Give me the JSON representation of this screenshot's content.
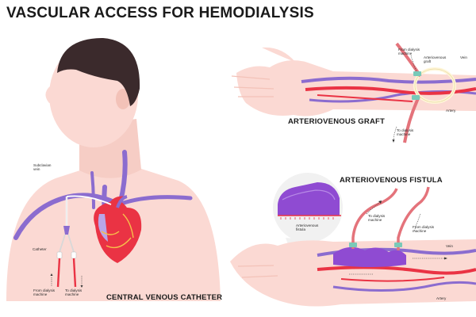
{
  "title": "VASCULAR ACCESS FOR HEMODIALYSIS",
  "colors": {
    "skin": "#fbd9d3",
    "skin_shadow": "#f3c2b8",
    "hair": "#3b2a2c",
    "artery": "#ea3344",
    "vein": "#8b6ccf",
    "graft": "#8f4bd2",
    "clamp": "#79c9b8",
    "tube": "#e4737b"
  },
  "panels": {
    "catheter": {
      "caption": "CENTRAL VENOUS CATHETER",
      "labels": {
        "subclavian": "Subclavian\nvein",
        "catheter": "Catheter",
        "from": "From dialysis\nmachine",
        "to": "To dialysis\nmachine"
      }
    },
    "graft": {
      "caption": "ARTERIOVENOUS GRAFT",
      "labels": {
        "from": "From dialysis\nmachine",
        "graft": "Arteriovenous\ngraft",
        "vein": "Vein",
        "artery": "Artery",
        "to": "To dialysis\nmachine"
      }
    },
    "fistula": {
      "caption": "ARTERIOVENOUS FISTULA",
      "labels": {
        "inset": "Arteriovenous\nfistula",
        "to": "To dialysis\nmachine",
        "from": "From dialysis\nmachine",
        "vein": "Vein",
        "artery": "Artery"
      }
    }
  }
}
